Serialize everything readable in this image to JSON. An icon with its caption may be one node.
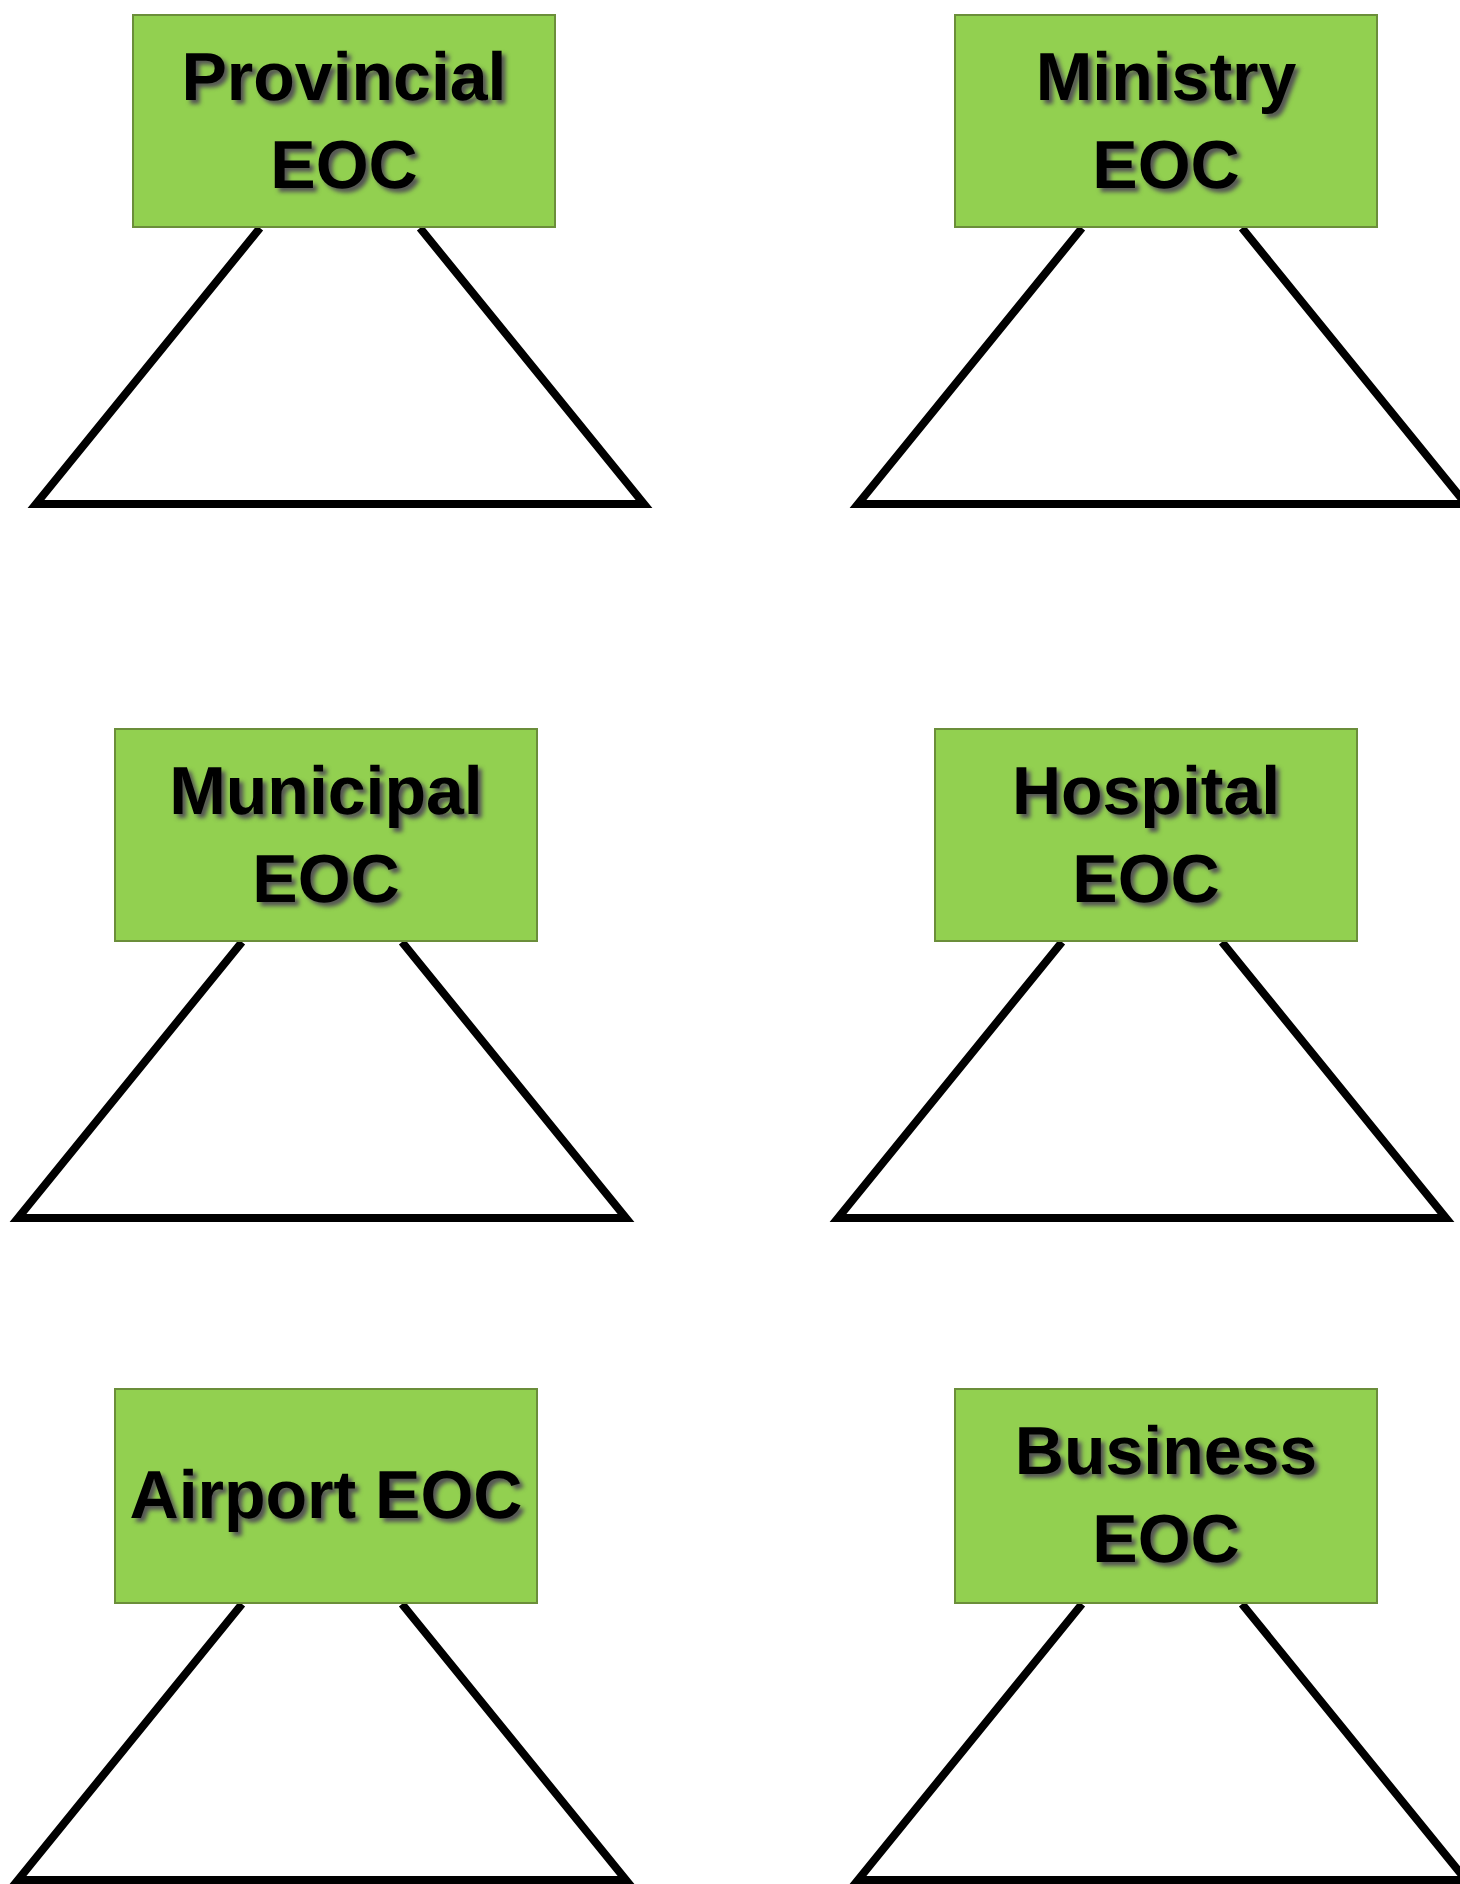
{
  "diagram": {
    "nodes": [
      {
        "text": [
          "Provincial EOC"
        ]
      },
      {
        "text": [
          "Ministry EOC"
        ]
      },
      {
        "text": [
          "Municipal EOC"
        ]
      },
      {
        "text": [
          "Hospital EOC"
        ]
      },
      {
        "text": [
          "Airport EOC"
        ]
      },
      {
        "text": [
          "Business EOC"
        ]
      }
    ]
  }
}
